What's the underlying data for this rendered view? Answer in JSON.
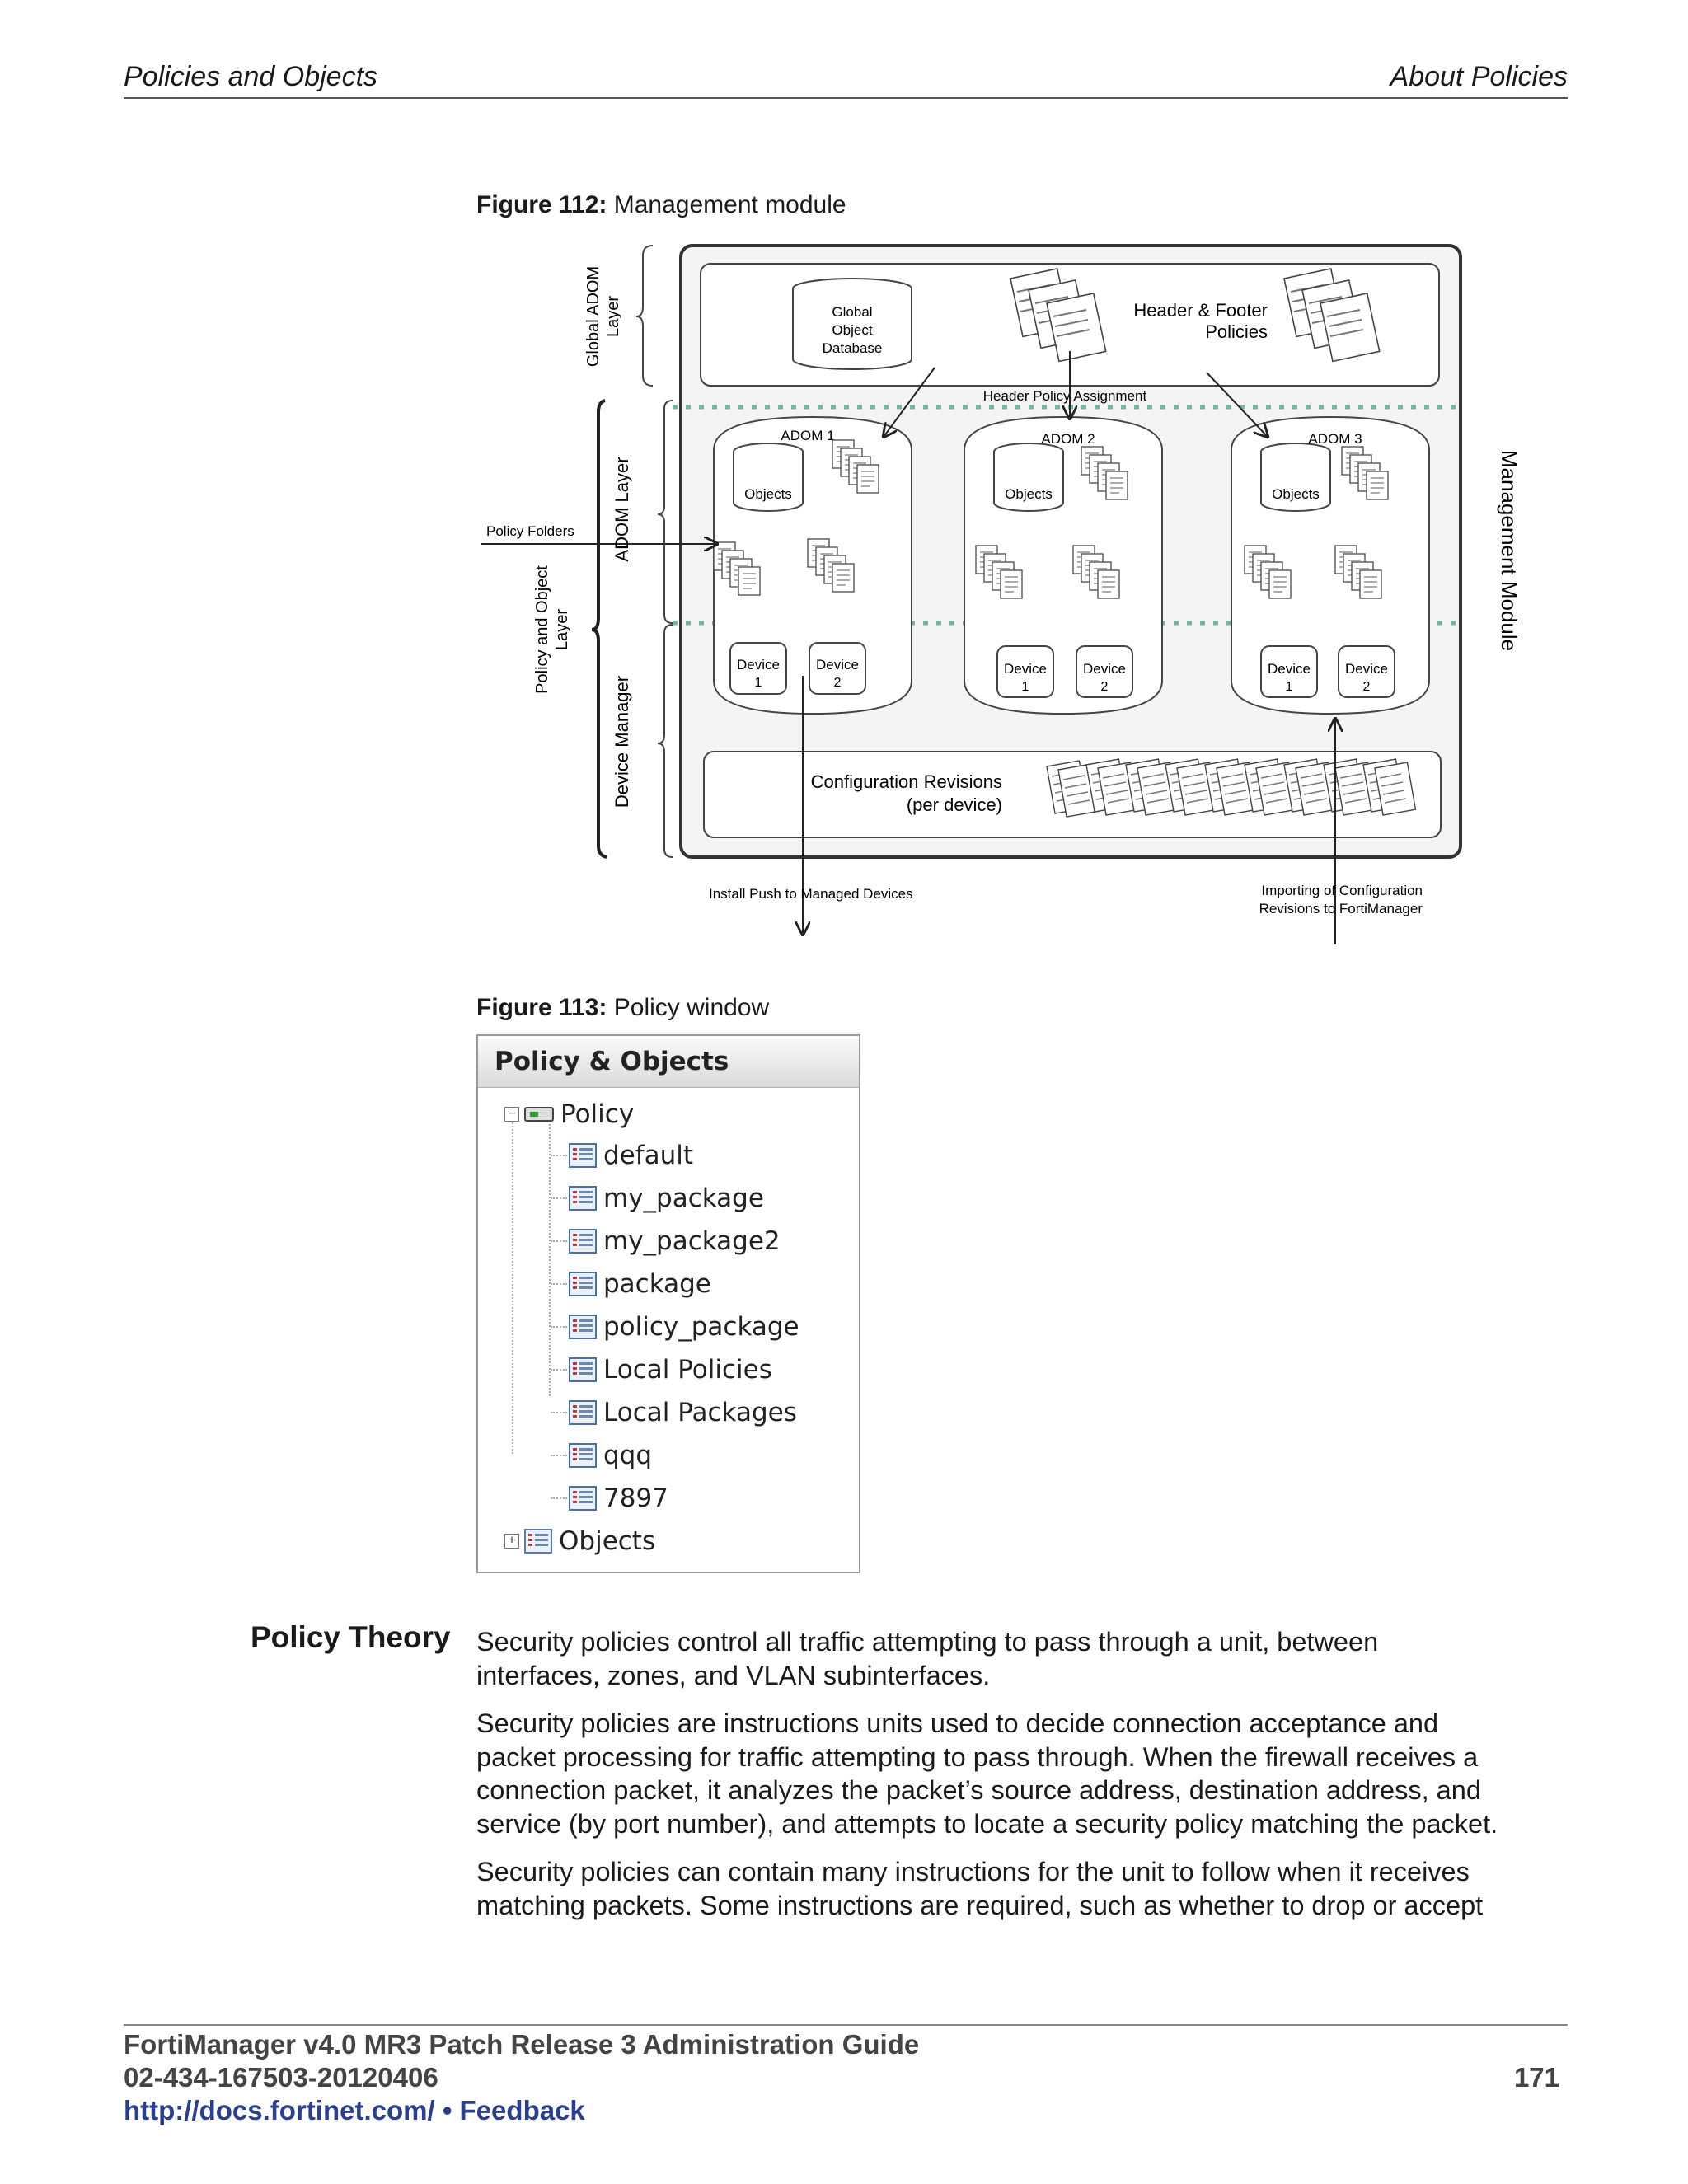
{
  "header": {
    "left": "Policies and Objects",
    "right": "About Policies"
  },
  "figure112": {
    "label": "Figure 112:",
    "caption": "Management module",
    "side_labels": {
      "global_adom_layer": "Global ADOM Layer",
      "adom_layer": "ADOM Layer",
      "policy_and_object_layer": "Policy and Object Layer",
      "device_manager": "Device Manager",
      "management_module": "Management Module"
    },
    "global_object_database": "Global Object Database",
    "header_footer_policies": "Header & Footer Policies",
    "header_policy_assignment": "Header Policy Assignment",
    "policy_folders": "Policy Folders",
    "adoms": [
      {
        "name": "ADOM 1",
        "objects": "Objects",
        "devices": [
          "Device 1",
          "Device 2"
        ]
      },
      {
        "name": "ADOM 2",
        "objects": "Objects",
        "devices": [
          "Device 1",
          "Device 2"
        ]
      },
      {
        "name": "ADOM 3",
        "objects": "Objects",
        "devices": [
          "Device 1",
          "Device 2"
        ]
      }
    ],
    "config_revisions": "Configuration Revisions (per device)",
    "install_push": "Install Push to Managed Devices",
    "importing": "Importing of Configuration Revisions to FortiManager"
  },
  "figure113": {
    "label": "Figure 113:",
    "caption": "Policy window"
  },
  "policy_window": {
    "title": "Policy & Objects",
    "root": "Policy",
    "packages": [
      "default",
      "my_package",
      "my_package2",
      "package",
      "policy_package",
      "Local Policies",
      "Local Packages",
      "qqq",
      "7897"
    ],
    "objects": "Objects"
  },
  "section": {
    "heading": "Policy Theory",
    "paragraphs": [
      [
        "Security policies control all traffic attempting to pass through a unit, between",
        "interfaces, zones, and VLAN subinterfaces."
      ],
      [
        "Security policies are instructions units used to decide connection acceptance and",
        "packet processing for traffic attempting to pass through. When the firewall receives a",
        "connection packet, it analyzes the packet’s source address, destination address, and",
        "service (by port number), and attempts to locate a security policy matching the packet."
      ],
      [
        "Security policies can contain many instructions for the unit to follow when it receives",
        "matching packets. Some instructions are required, such as whether to drop or accept"
      ]
    ]
  },
  "footer": {
    "title": "FortiManager v4.0 MR3 Patch Release 3 Administration Guide",
    "doc_id": "02-434-167503-20120406",
    "url": "http://docs.fortinet.com/",
    "separator": " • ",
    "feedback": "Feedback",
    "page": "171"
  }
}
